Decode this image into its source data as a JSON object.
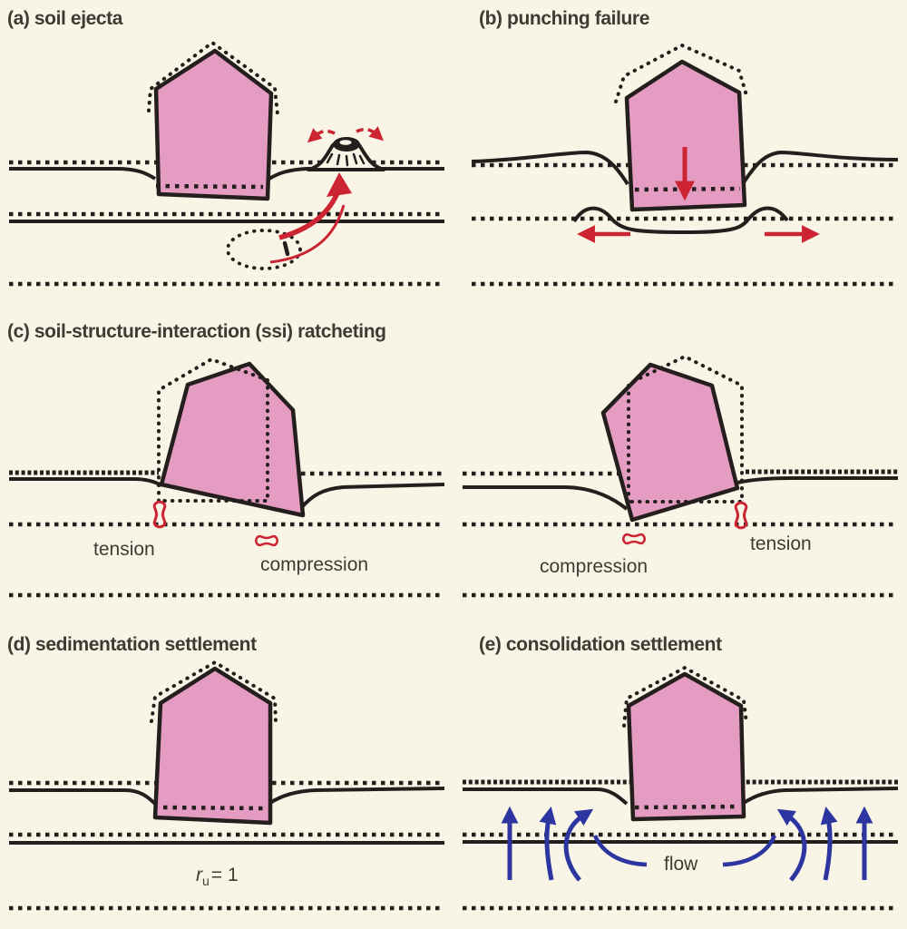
{
  "figure": {
    "colors": {
      "bg": "#f8f5e6",
      "ink": "#241f1d",
      "text": "#3f3a33",
      "pink": "#e49cc2",
      "red": "#cd2433",
      "blue": "#2c35a0"
    },
    "panels": {
      "a": {
        "label": "(a) soil ejecta"
      },
      "b": {
        "label": "(b) punching failure"
      },
      "c": {
        "label": "(c) soil-structure-interaction (ssi) ratcheting",
        "left": {
          "tension_label": "tension",
          "compression_label": "compression"
        },
        "right": {
          "compression_label": "compression",
          "tension_label": "tension"
        }
      },
      "d": {
        "label": "(d) sedimentation settlement",
        "ru": {
          "base": "r",
          "sub": "u",
          "rest": "= 1"
        }
      },
      "e": {
        "label": "(e) consolidation settlement",
        "flow_label": "flow"
      }
    }
  }
}
